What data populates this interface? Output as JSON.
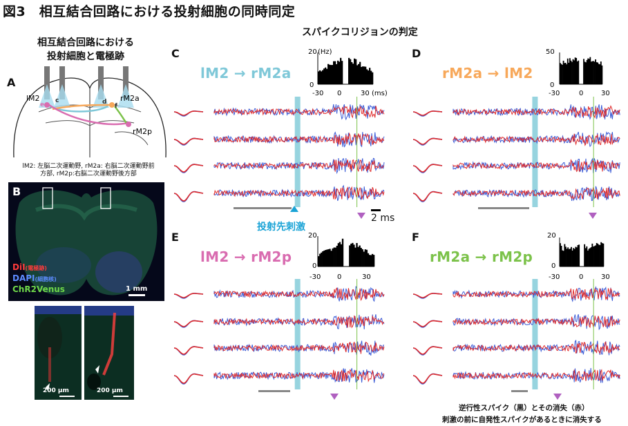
{
  "figure": {
    "title": "図3　相互結合回路における投射細胞の同時同定",
    "subtitle": "スパイクコリジョンの判定"
  },
  "left": {
    "caption": [
      "相互結合回路における",
      "投射細胞と電極跡"
    ],
    "panel_a_label": "A",
    "brain_labels": {
      "lm2": "lM2",
      "rm2a": "rM2a",
      "rm2p": "rM2p",
      "e": "e",
      "c": "c",
      "d": "d",
      "f": "f"
    },
    "abbrev": [
      "lM2: 左脳二次運動野, rM2a: 右脳二次運動野前",
      "方部, rM2p:右脳二次運動野後方部"
    ],
    "panel_b_label": "B",
    "legend": {
      "dil": "DiI",
      "dil_note": "(電極跡)",
      "dapi": "DAPI",
      "dapi_note": "(細胞核)",
      "chr2": "ChR2Venus"
    },
    "scale_1mm": "1 mm",
    "scale_200um_1": "200 µm",
    "scale_200um_2": "200 µm"
  },
  "panels": {
    "C": {
      "label": "C",
      "pair": "lM2 → rM2a",
      "color": "#7fc8d8",
      "hist": {
        "ymax": "20",
        "unit_y": "(Hz)",
        "ymin": "0",
        "x": [
          "-30",
          "0",
          "30"
        ],
        "unit_x": "(ms)"
      }
    },
    "D": {
      "label": "D",
      "pair": "rM2a → lM2",
      "color": "#f7a85a",
      "hist": {
        "ymax": "50",
        "ymin": "0",
        "x": [
          "-30",
          "0",
          "30"
        ]
      }
    },
    "E": {
      "label": "E",
      "pair": "lM2 → rM2p",
      "color": "#d96cb0",
      "hist": {
        "ymax": "20",
        "ymin": "0",
        "x": [
          "-30",
          "0",
          "30"
        ]
      }
    },
    "F": {
      "label": "F",
      "pair": "rM2a → rM2p",
      "color": "#7cc24a",
      "hist": {
        "ymax": "20",
        "ymin": "0",
        "x": [
          "-30",
          "0",
          "30"
        ]
      }
    }
  },
  "annotations": {
    "stim_label": "投射先刺激",
    "scale_2ms": "2 ms",
    "note1": "逆行性スパイク（黒）とその消失（赤）",
    "note2": "刺激の前に自発性スパイクがあるときに消失する"
  }
}
